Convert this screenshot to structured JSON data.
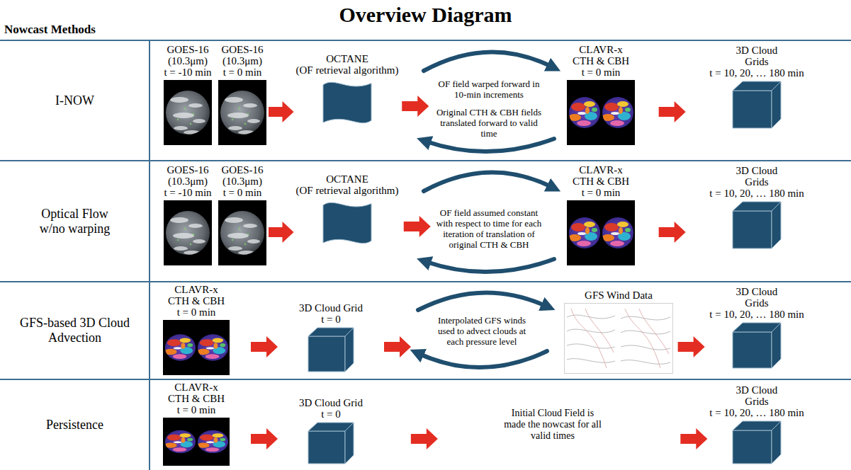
{
  "diagram": {
    "title": "Overview Diagram",
    "nodes": [
      {
        "text": [
          "I-NOW"
        ]
      },
      {
        "text": [
          "GOES-16",
          "(10.3μm)",
          "t = -10 min"
        ],
        "in": 0
      },
      {
        "text": [
          "GOES-16",
          "(10.3μm)",
          "t = 0 min"
        ],
        "in": 0
      },
      {
        "text": [
          "OCTANE",
          "(OF retrieval algorithm)"
        ],
        "in": 0
      },
      {
        "text": [
          "OF field warped forward in 10-min increments",
          "Original CTH & CBH fields translated forward to valid time"
        ],
        "in": 0
      },
      {
        "text": [
          "CLAVR-x",
          "CTH & CBH",
          "t = 0 min"
        ],
        "in": 0
      },
      {
        "text": [
          "3D Cloud Grids",
          "t = 10, 20, … 180 min"
        ],
        "in": 0
      },
      {
        "text": [
          "Optical Flow w/no warping"
        ]
      },
      {
        "text": [
          "GOES-16",
          "(10.3μm)",
          "t = -10 min"
        ],
        "in": 7
      },
      {
        "text": [
          "GOES-16",
          "(10.3μm)",
          "t = 0 min"
        ],
        "in": 7
      },
      {
        "text": [
          "OCTANE",
          "(OF retrieval algorithm)"
        ],
        "in": 7
      },
      {
        "text": [
          "OF field assumed constant with respect to time for each iteration of translation of original CTH & CBH"
        ],
        "in": 7
      },
      {
        "text": [
          "CLAVR-x",
          "CTH & CBH",
          "t = 0 min"
        ],
        "in": 7
      },
      {
        "text": [
          "3D Cloud Grids",
          "t = 10, 20, … 180 min"
        ],
        "in": 7
      },
      {
        "text": [
          "GFS-based 3D Cloud Advection"
        ]
      },
      {
        "text": [
          "CLAVR-x",
          "CTH & CBH",
          "t = 0 min"
        ],
        "in": 14
      },
      {
        "text": [
          "3D Cloud Grid",
          "t = 0"
        ],
        "in": 14
      },
      {
        "text": [
          "Interpolated GFS winds used to advect clouds at each pressure level"
        ],
        "in": 14
      },
      {
        "text": [
          "GFS Wind Data"
        ],
        "in": 14
      },
      {
        "text": [
          "3D Cloud Grids",
          "t = 10, 20, … 180 min"
        ],
        "in": 14
      },
      {
        "text": [
          "Persistence"
        ]
      },
      {
        "text": [
          "CLAVR-x",
          "CTH & CBH",
          "t = 0 min"
        ],
        "in": 20
      },
      {
        "text": [
          "3D Cloud Grid",
          "t = 0"
        ],
        "in": 20
      },
      {
        "text": [
          "Initial Cloud Field is made the nowcast for all valid times"
        ],
        "in": 20
      },
      {
        "text": [
          "3D Cloud Grids",
          "t = 10, 20, … 180 min"
        ],
        "in": 20
      }
    ],
    "edges": [
      {
        "from": 2,
        "to": 3,
        "arrow": "to"
      },
      {
        "from": 3,
        "to": 4,
        "arrow": "to"
      },
      {
        "from": 5,
        "to": 6,
        "arrow": "to"
      },
      {
        "from": 9,
        "to": 10,
        "arrow": "to"
      },
      {
        "from": 10,
        "to": 11,
        "arrow": "to"
      },
      {
        "from": 12,
        "to": 13,
        "arrow": "to"
      },
      {
        "from": 15,
        "to": 16,
        "arrow": "to"
      },
      {
        "from": 16,
        "to": 17,
        "arrow": "to"
      },
      {
        "from": 18,
        "to": 19,
        "arrow": "to"
      },
      {
        "from": 21,
        "to": 22,
        "arrow": "to"
      },
      {
        "from": 22,
        "to": 23,
        "arrow": "to"
      },
      {
        "from": 23,
        "to": 24,
        "arrow": "to"
      }
    ],
    "labels": [
      "Nowcast Methods"
    ]
  }
}
